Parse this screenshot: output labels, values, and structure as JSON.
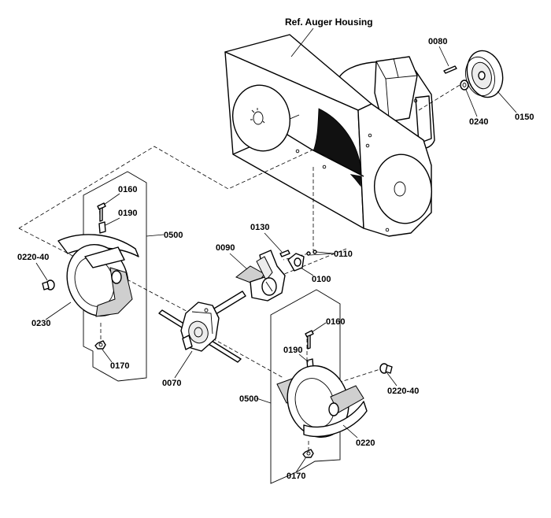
{
  "reference_label": "Ref. Auger Housing",
  "callouts": {
    "c0080": "0080",
    "c0150": "0150",
    "c0240": "0240",
    "c0160_left": "0160",
    "c0190_left": "0190",
    "c0500_left": "0500",
    "c0220_40_left": "0220-40",
    "c0230": "0230",
    "c0170_left": "0170",
    "c0130": "0130",
    "c0110": "0110",
    "c0090": "0090",
    "c0100": "0100",
    "c0070": "0070",
    "c0160_right": "0160",
    "c0190_right": "0190",
    "c0220_40_right": "0220-40",
    "c0500_right": "0500",
    "c0220": "0220",
    "c0170_right": "0170"
  }
}
